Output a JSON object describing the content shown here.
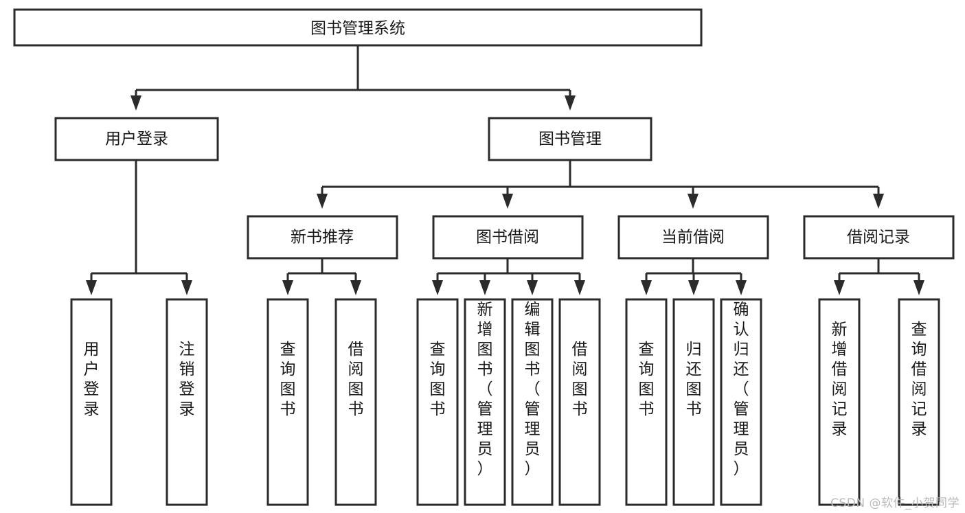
{
  "diagram": {
    "title": "图书管理系统",
    "watermark": "CSDN @软件_小贺同学",
    "type": "hierarchy-tree",
    "root": {
      "id": "root",
      "label": "图书管理系统",
      "level": 0
    },
    "level2": [
      {
        "id": "user-login",
        "label": "用户登录"
      },
      {
        "id": "book-manage",
        "label": "图书管理"
      }
    ],
    "level3": [
      {
        "id": "new-book-recommend",
        "label": "新书推荐",
        "parent": "book-manage"
      },
      {
        "id": "book-borrow",
        "label": "图书借阅",
        "parent": "book-manage"
      },
      {
        "id": "current-borrow",
        "label": "当前借阅",
        "parent": "book-manage"
      },
      {
        "id": "borrow-record",
        "label": "借阅记录",
        "parent": "book-manage"
      }
    ],
    "leaves": [
      {
        "id": "leaf-user-login",
        "label": "用户登录",
        "parent": "user-login"
      },
      {
        "id": "leaf-user-logout",
        "label": "注销登录",
        "parent": "user-login"
      },
      {
        "id": "leaf-query-book-1",
        "label": "查询图书",
        "parent": "new-book-recommend"
      },
      {
        "id": "leaf-borrow-book-1",
        "label": "借阅图书",
        "parent": "new-book-recommend"
      },
      {
        "id": "leaf-query-book-2",
        "label": "查询图书",
        "parent": "book-borrow"
      },
      {
        "id": "leaf-add-book",
        "label": "新增图书（管理员）",
        "parent": "book-borrow"
      },
      {
        "id": "leaf-edit-book",
        "label": "编辑图书（管理员）",
        "parent": "book-borrow"
      },
      {
        "id": "leaf-borrow-book-2",
        "label": "借阅图书",
        "parent": "book-borrow"
      },
      {
        "id": "leaf-query-book-3",
        "label": "查询图书",
        "parent": "current-borrow"
      },
      {
        "id": "leaf-return-book",
        "label": "归还图书",
        "parent": "current-borrow"
      },
      {
        "id": "leaf-confirm-return",
        "label": "确认归还（管理员）",
        "parent": "current-borrow"
      },
      {
        "id": "leaf-add-record",
        "label": "新增借阅记录",
        "parent": "borrow-record"
      },
      {
        "id": "leaf-query-record",
        "label": "查询借阅记录",
        "parent": "borrow-record"
      }
    ],
    "colors": {
      "stroke": "#2b2b2b",
      "fill": "#ffffff",
      "text": "#1a1a1a",
      "watermark": "#b9b9b9"
    }
  }
}
